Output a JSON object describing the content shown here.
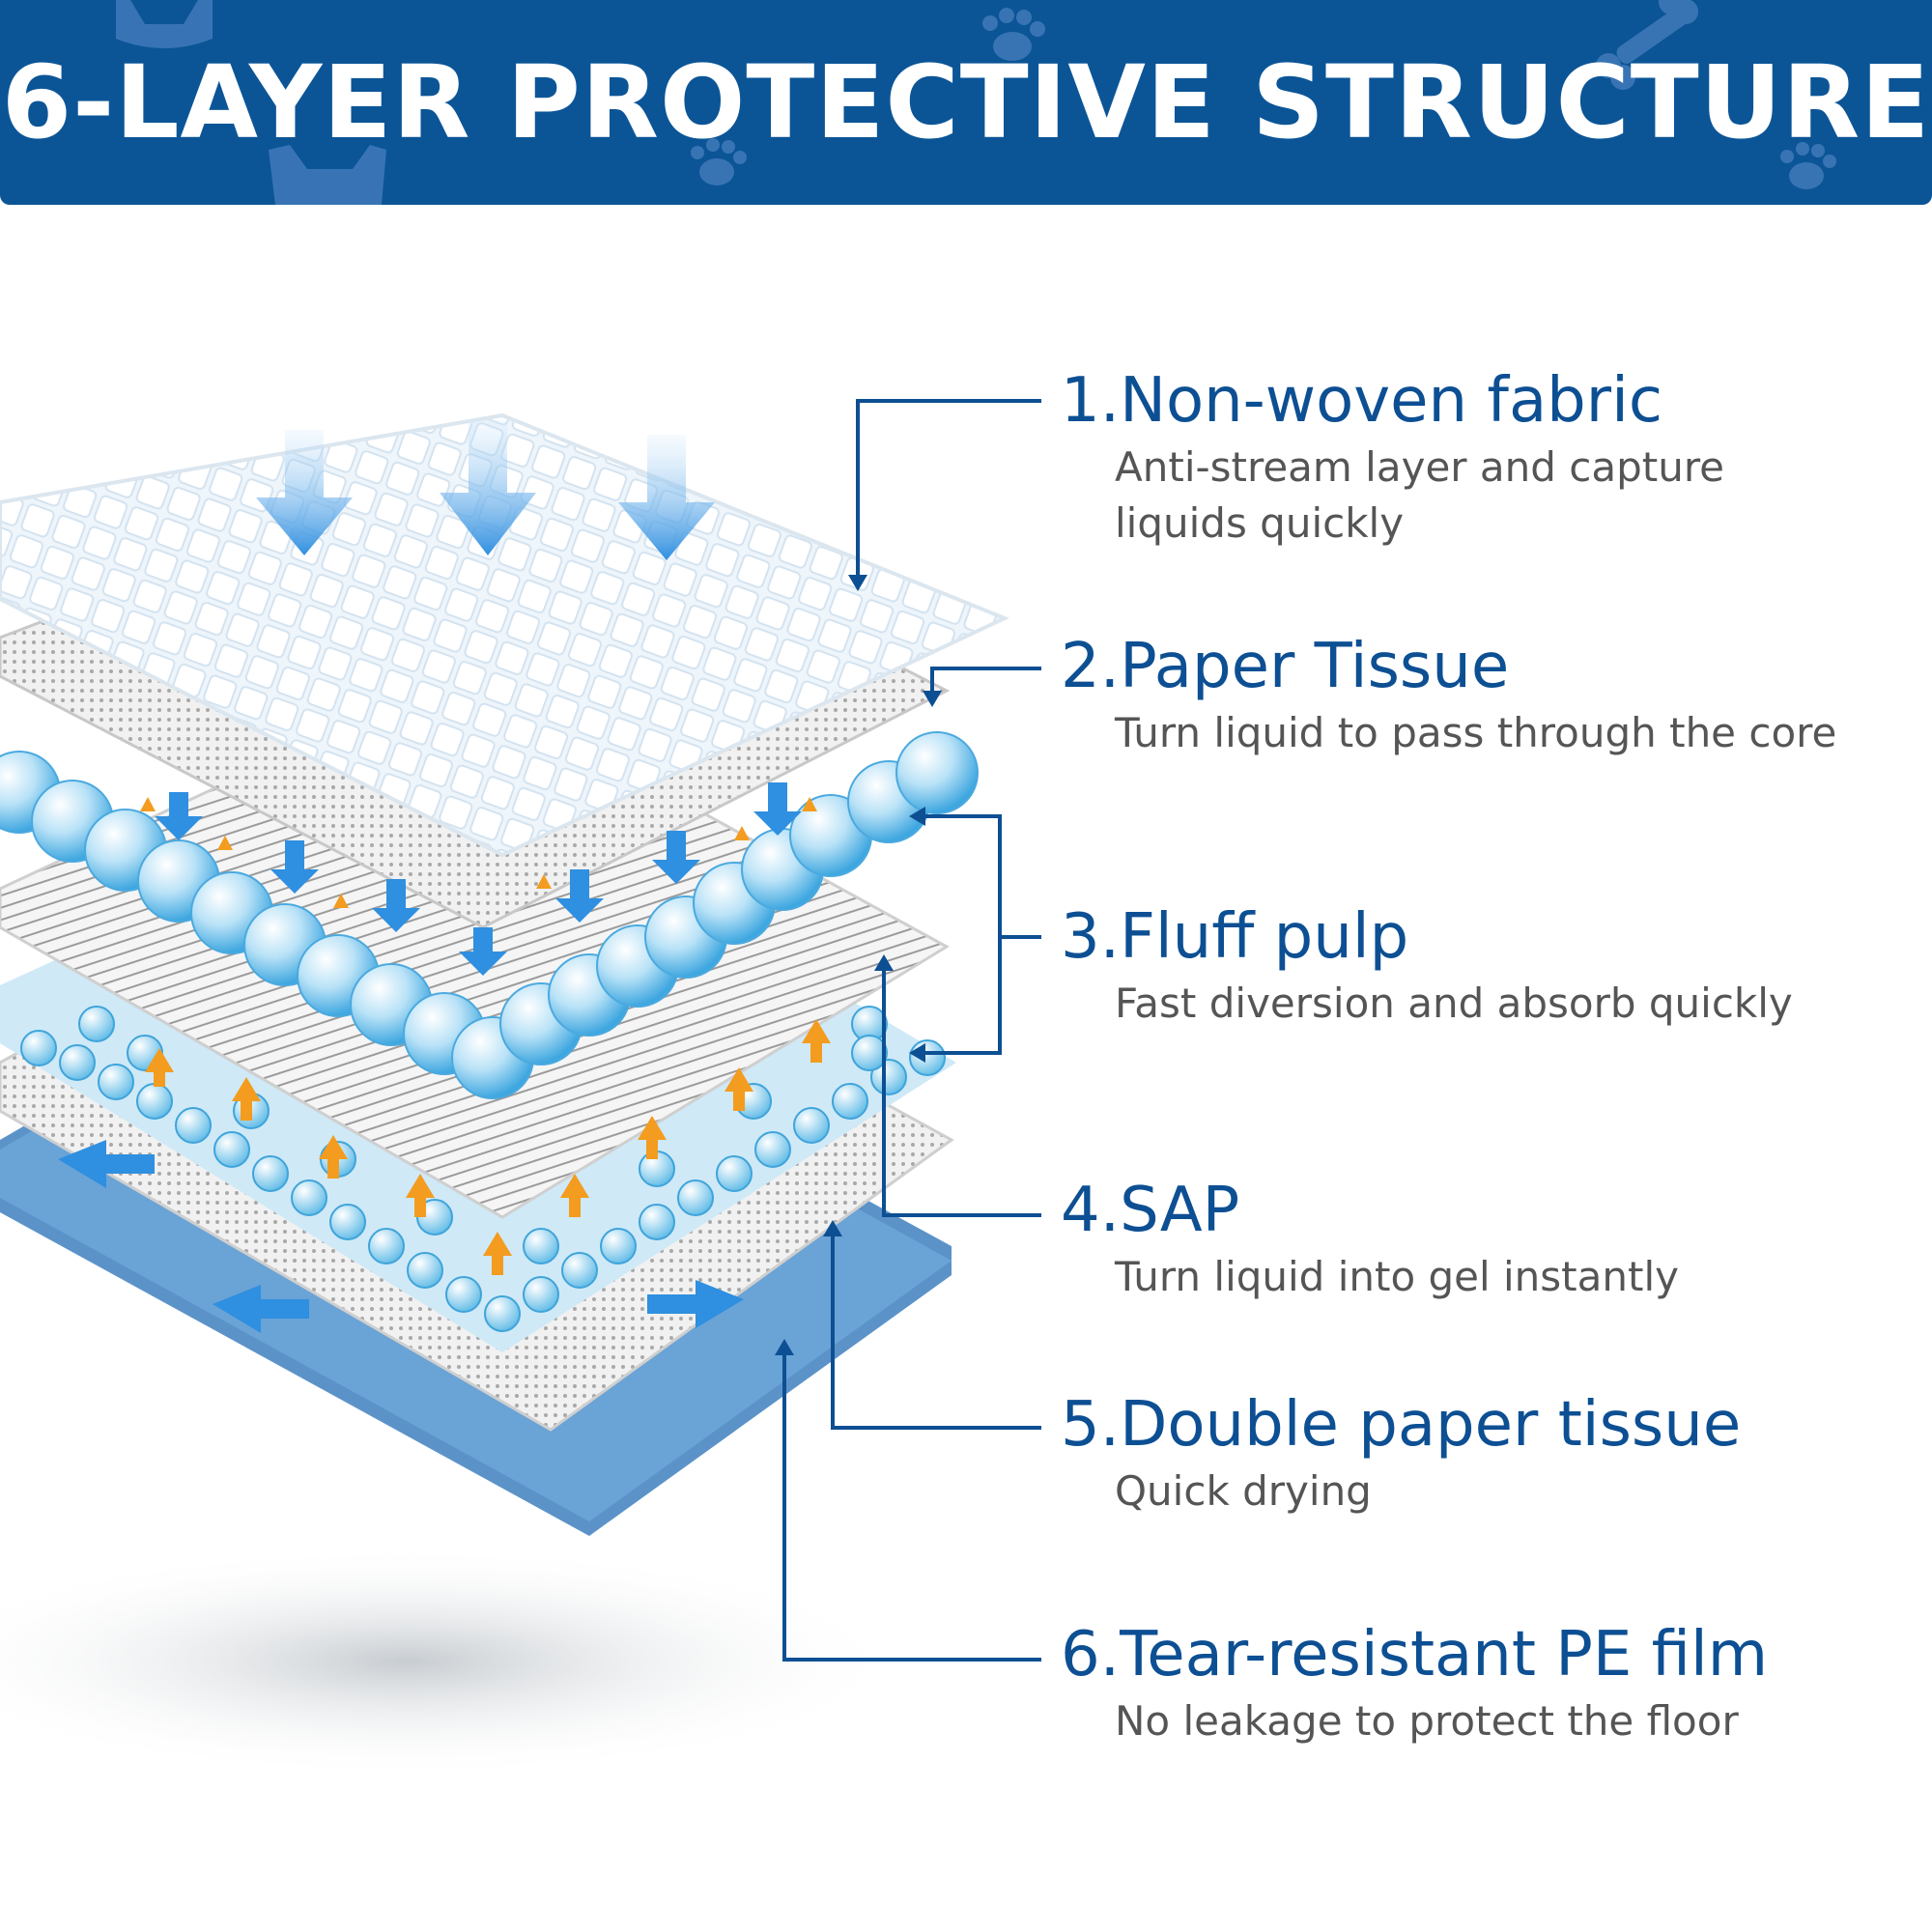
{
  "banner": {
    "title": "6-LAYER PROTECTIVE STRUCTURE"
  },
  "layers": [
    {
      "title": "1.Non-woven fabric",
      "description": "Anti-stream layer and capture liquids quickly"
    },
    {
      "title": "2.Paper Tissue",
      "description": "Turn liquid to pass through the core"
    },
    {
      "title": "3.Fluff pulp",
      "description": "Fast diversion and absorb quickly"
    },
    {
      "title": "4.SAP",
      "description": "Turn liquid into gel instantly"
    },
    {
      "title": "5.Double paper tissue",
      "description": "Quick drying"
    },
    {
      "title": "6.Tear-resistant PE film",
      "description": "No leakage to protect the floor"
    }
  ],
  "colors": {
    "banner": "#0b5597",
    "title_text": "#0d4f93",
    "description_text": "#555555",
    "connector": "#0d4f93",
    "pe_film": "#5b93c9",
    "flow_arrow": "#2f8fe0",
    "absorb_arrow": "#f39c1f"
  },
  "icons": [
    "cat-face-icon",
    "paw-print-icon",
    "bone-icon",
    "dog-face-icon",
    "down-arrow-icon",
    "up-arrow-icon"
  ]
}
